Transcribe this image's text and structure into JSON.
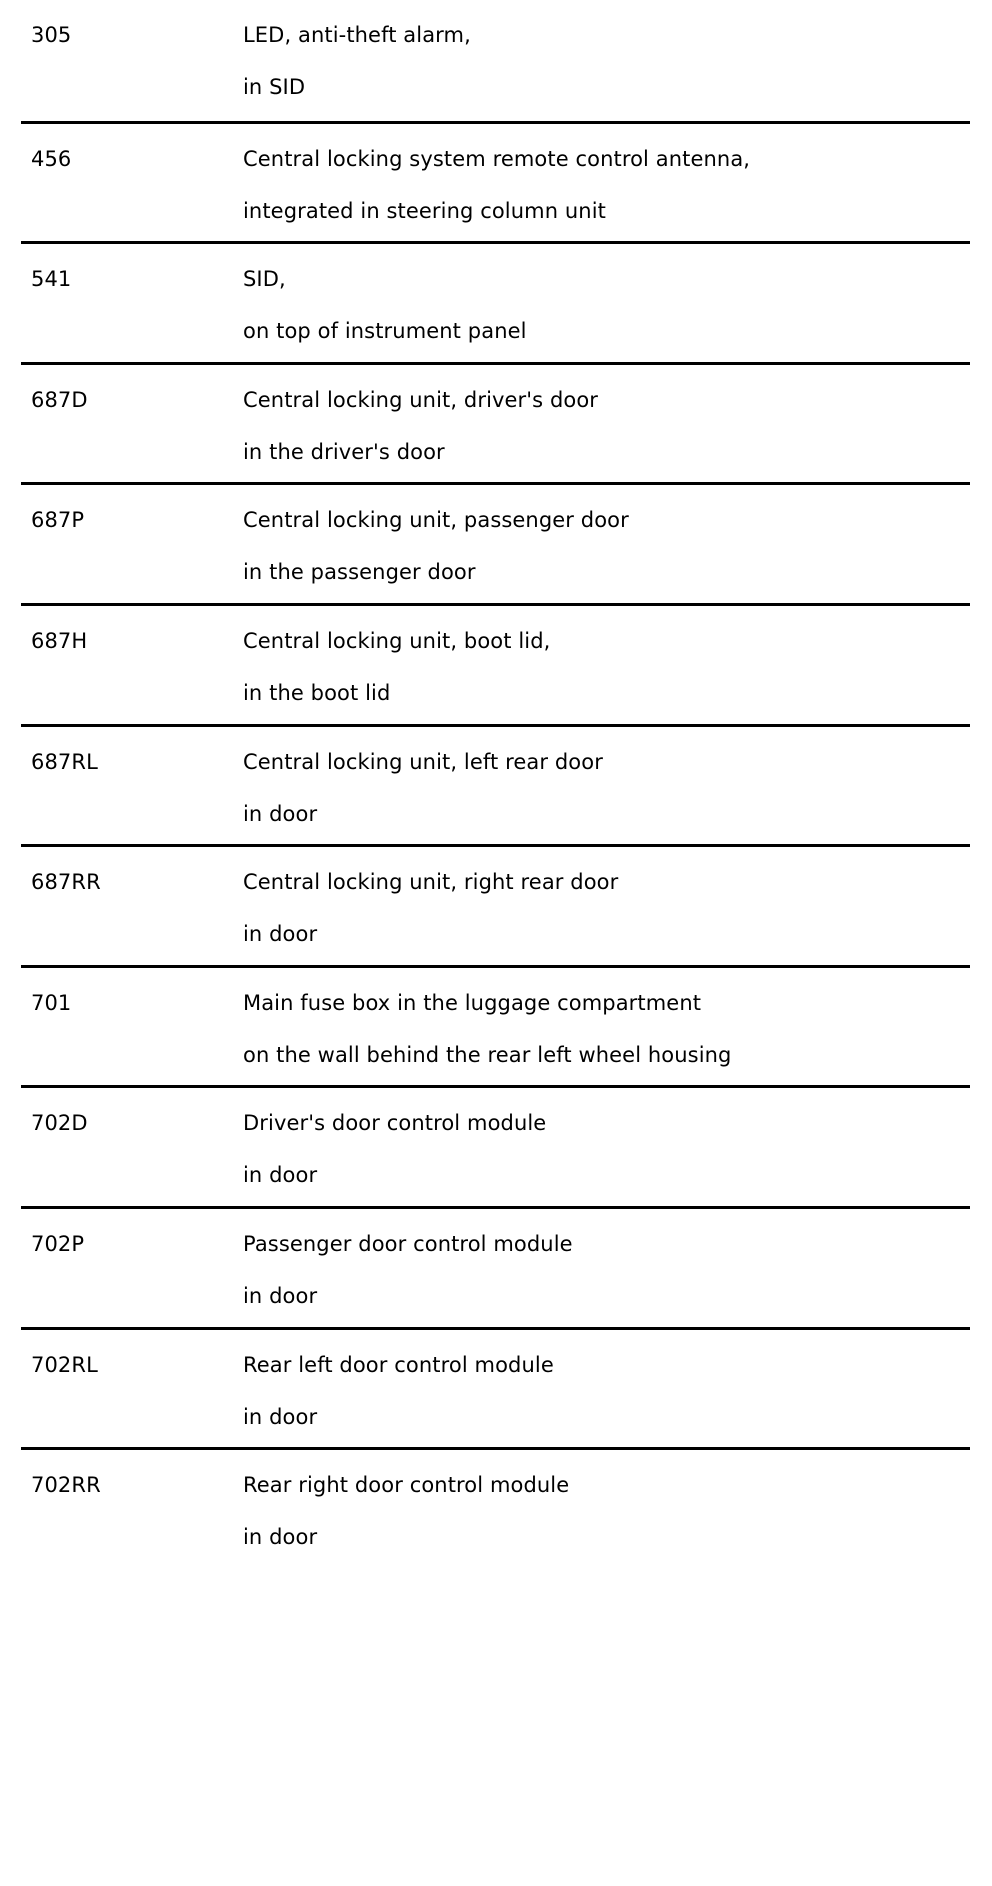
{
  "document": {
    "type": "component-legend-table",
    "column_count": 2,
    "rule_color": "#000000",
    "text_color": "#000000",
    "background_color": "#ffffff"
  },
  "columns": [
    {
      "key": "code",
      "header": ""
    },
    {
      "key": "description",
      "header": ""
    }
  ],
  "rows": [
    {
      "code": "305",
      "description": "LED, anti-theft alarm,",
      "location": "in SID"
    },
    {
      "code": "456",
      "description": "Central locking system remote control antenna,",
      "location": "integrated in steering column unit"
    },
    {
      "code": "541",
      "description": "SID,",
      "location": "on top of instrument panel"
    },
    {
      "code": "687D",
      "description": "Central locking unit, driver's door",
      "location": "in the driver's door"
    },
    {
      "code": "687P",
      "description": "Central locking unit, passenger door",
      "location": "in the passenger door"
    },
    {
      "code": "687H",
      "description": "Central locking unit, boot lid,",
      "location": "in the boot lid"
    },
    {
      "code": "687RL",
      "description": "Central locking unit, left rear door",
      "location": "in door"
    },
    {
      "code": "687RR",
      "description": "Central locking unit, right rear door",
      "location": "in door"
    },
    {
      "code": "701",
      "description": "Main fuse box in the luggage compartment",
      "location": "on the wall behind the rear left wheel housing"
    },
    {
      "code": "702D",
      "description": "Driver's door control module",
      "location": "in door"
    },
    {
      "code": "702P",
      "description": "Passenger door control module",
      "location": "in door"
    },
    {
      "code": "702RL",
      "description": "Rear left door control module",
      "location": "in door"
    },
    {
      "code": "702RR",
      "description": "Rear right door control module",
      "location": "in door"
    }
  ]
}
